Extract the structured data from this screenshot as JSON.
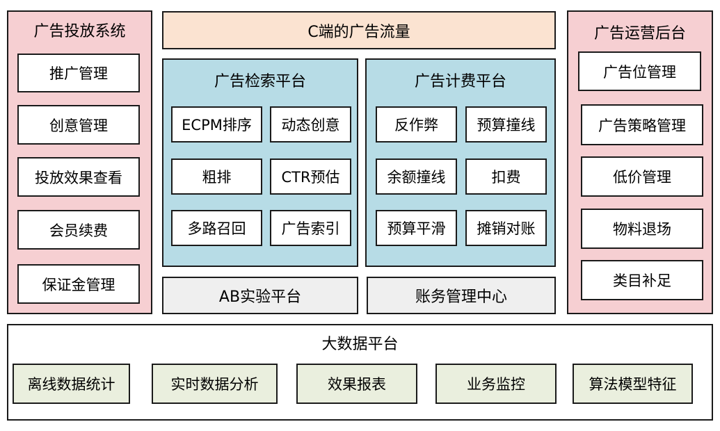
{
  "left_panel": {
    "title": "广告投放系统",
    "items": [
      "推广管理",
      "创意管理",
      "投放效果查看",
      "会员续费",
      "保证金管理"
    ]
  },
  "top_banner": {
    "label": "C端的广告流量"
  },
  "retrieval": {
    "title": "广告检索平台",
    "items": [
      "ECPM排序",
      "动态创意",
      "粗排",
      "CTR预估",
      "多路召回",
      "广告索引"
    ]
  },
  "billing": {
    "title": "广告计费平台",
    "items": [
      "反作弊",
      "预算撞线",
      "余额撞线",
      "扣费",
      "预算平滑",
      "摊销对账"
    ]
  },
  "ab_platform": {
    "label": "AB实验平台"
  },
  "accounting": {
    "label": "账务管理中心"
  },
  "right_panel": {
    "title": "广告运营后台",
    "items": [
      "广告位管理",
      "广告策略管理",
      "低价管理",
      "物料退场",
      "类目补足"
    ]
  },
  "bigdata": {
    "title": "大数据平台",
    "items": [
      "离线数据统计",
      "实时数据分析",
      "效果报表",
      "业务监控",
      "算法模型特征"
    ]
  },
  "colors": {
    "pink": "#f6cfd2",
    "peach": "#fbe3d1",
    "blue": "#b7dce6",
    "gray": "#efefef",
    "green": "#eaefde"
  }
}
